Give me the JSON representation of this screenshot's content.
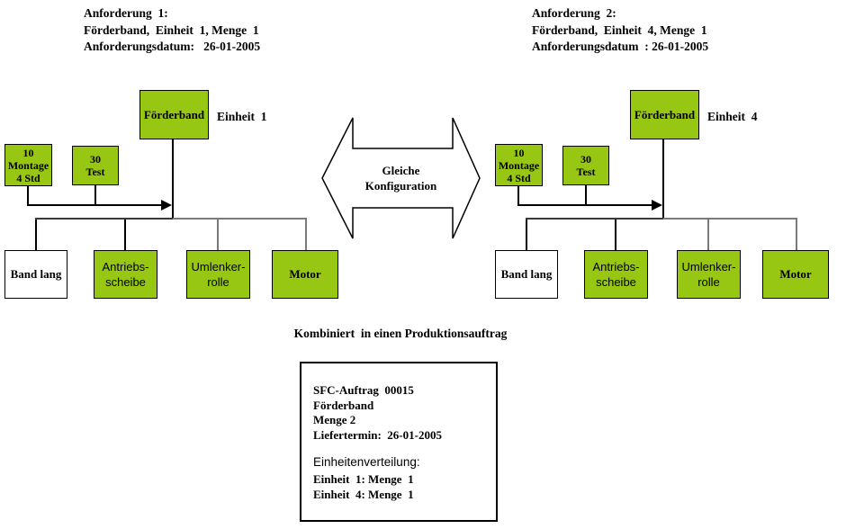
{
  "colors": {
    "box_green": "#97C613",
    "line_black": "#000000",
    "line_dark_gray": "#3a3a3a",
    "line_gray": "#7a7a7a",
    "arrow_fill": "#ffffff"
  },
  "requests": {
    "left": {
      "text": "Anforderung  1:\nFörderband,  Einheit  1, Menge  1\nAnforderungsdatum:   26-01-2005"
    },
    "right": {
      "text": "Anforderung  2:\nFörderband,  Einheit  4, Menge  1\nAnforderungsdatum  : 26-01-2005"
    }
  },
  "units": [
    {
      "root": "Förderband",
      "unit_label": "Einheit  1",
      "op1": "10\nMontage\n4 Std",
      "op2": "30\nTest",
      "comp1": "Band lang",
      "comp2": "Antriebs-\nscheibe",
      "comp3": "Umlenker-\nrolle",
      "comp4": "Motor"
    },
    {
      "root": "Förderband",
      "unit_label": "Einheit  4",
      "op1": "10\nMontage\n4 Std",
      "op2": "30\nTest",
      "comp1": "Band lang",
      "comp2": "Antriebs-\nscheibe",
      "comp3": "Umlenker-\nrolle",
      "comp4": "Motor"
    }
  ],
  "center_arrow": {
    "label": "Gleiche\nKonfiguration"
  },
  "combined_heading": "Kombiniert  in einen Produktionsauftrag",
  "production_order": {
    "header": "SFC-Auftrag  00015\nFörderband\nMenge 2\nLiefertermin:  26-01-2005",
    "distribution_label": "Einheitenverteilung:",
    "distribution": "Einheit  1: Menge  1\nEinheit  4: Menge  1"
  }
}
